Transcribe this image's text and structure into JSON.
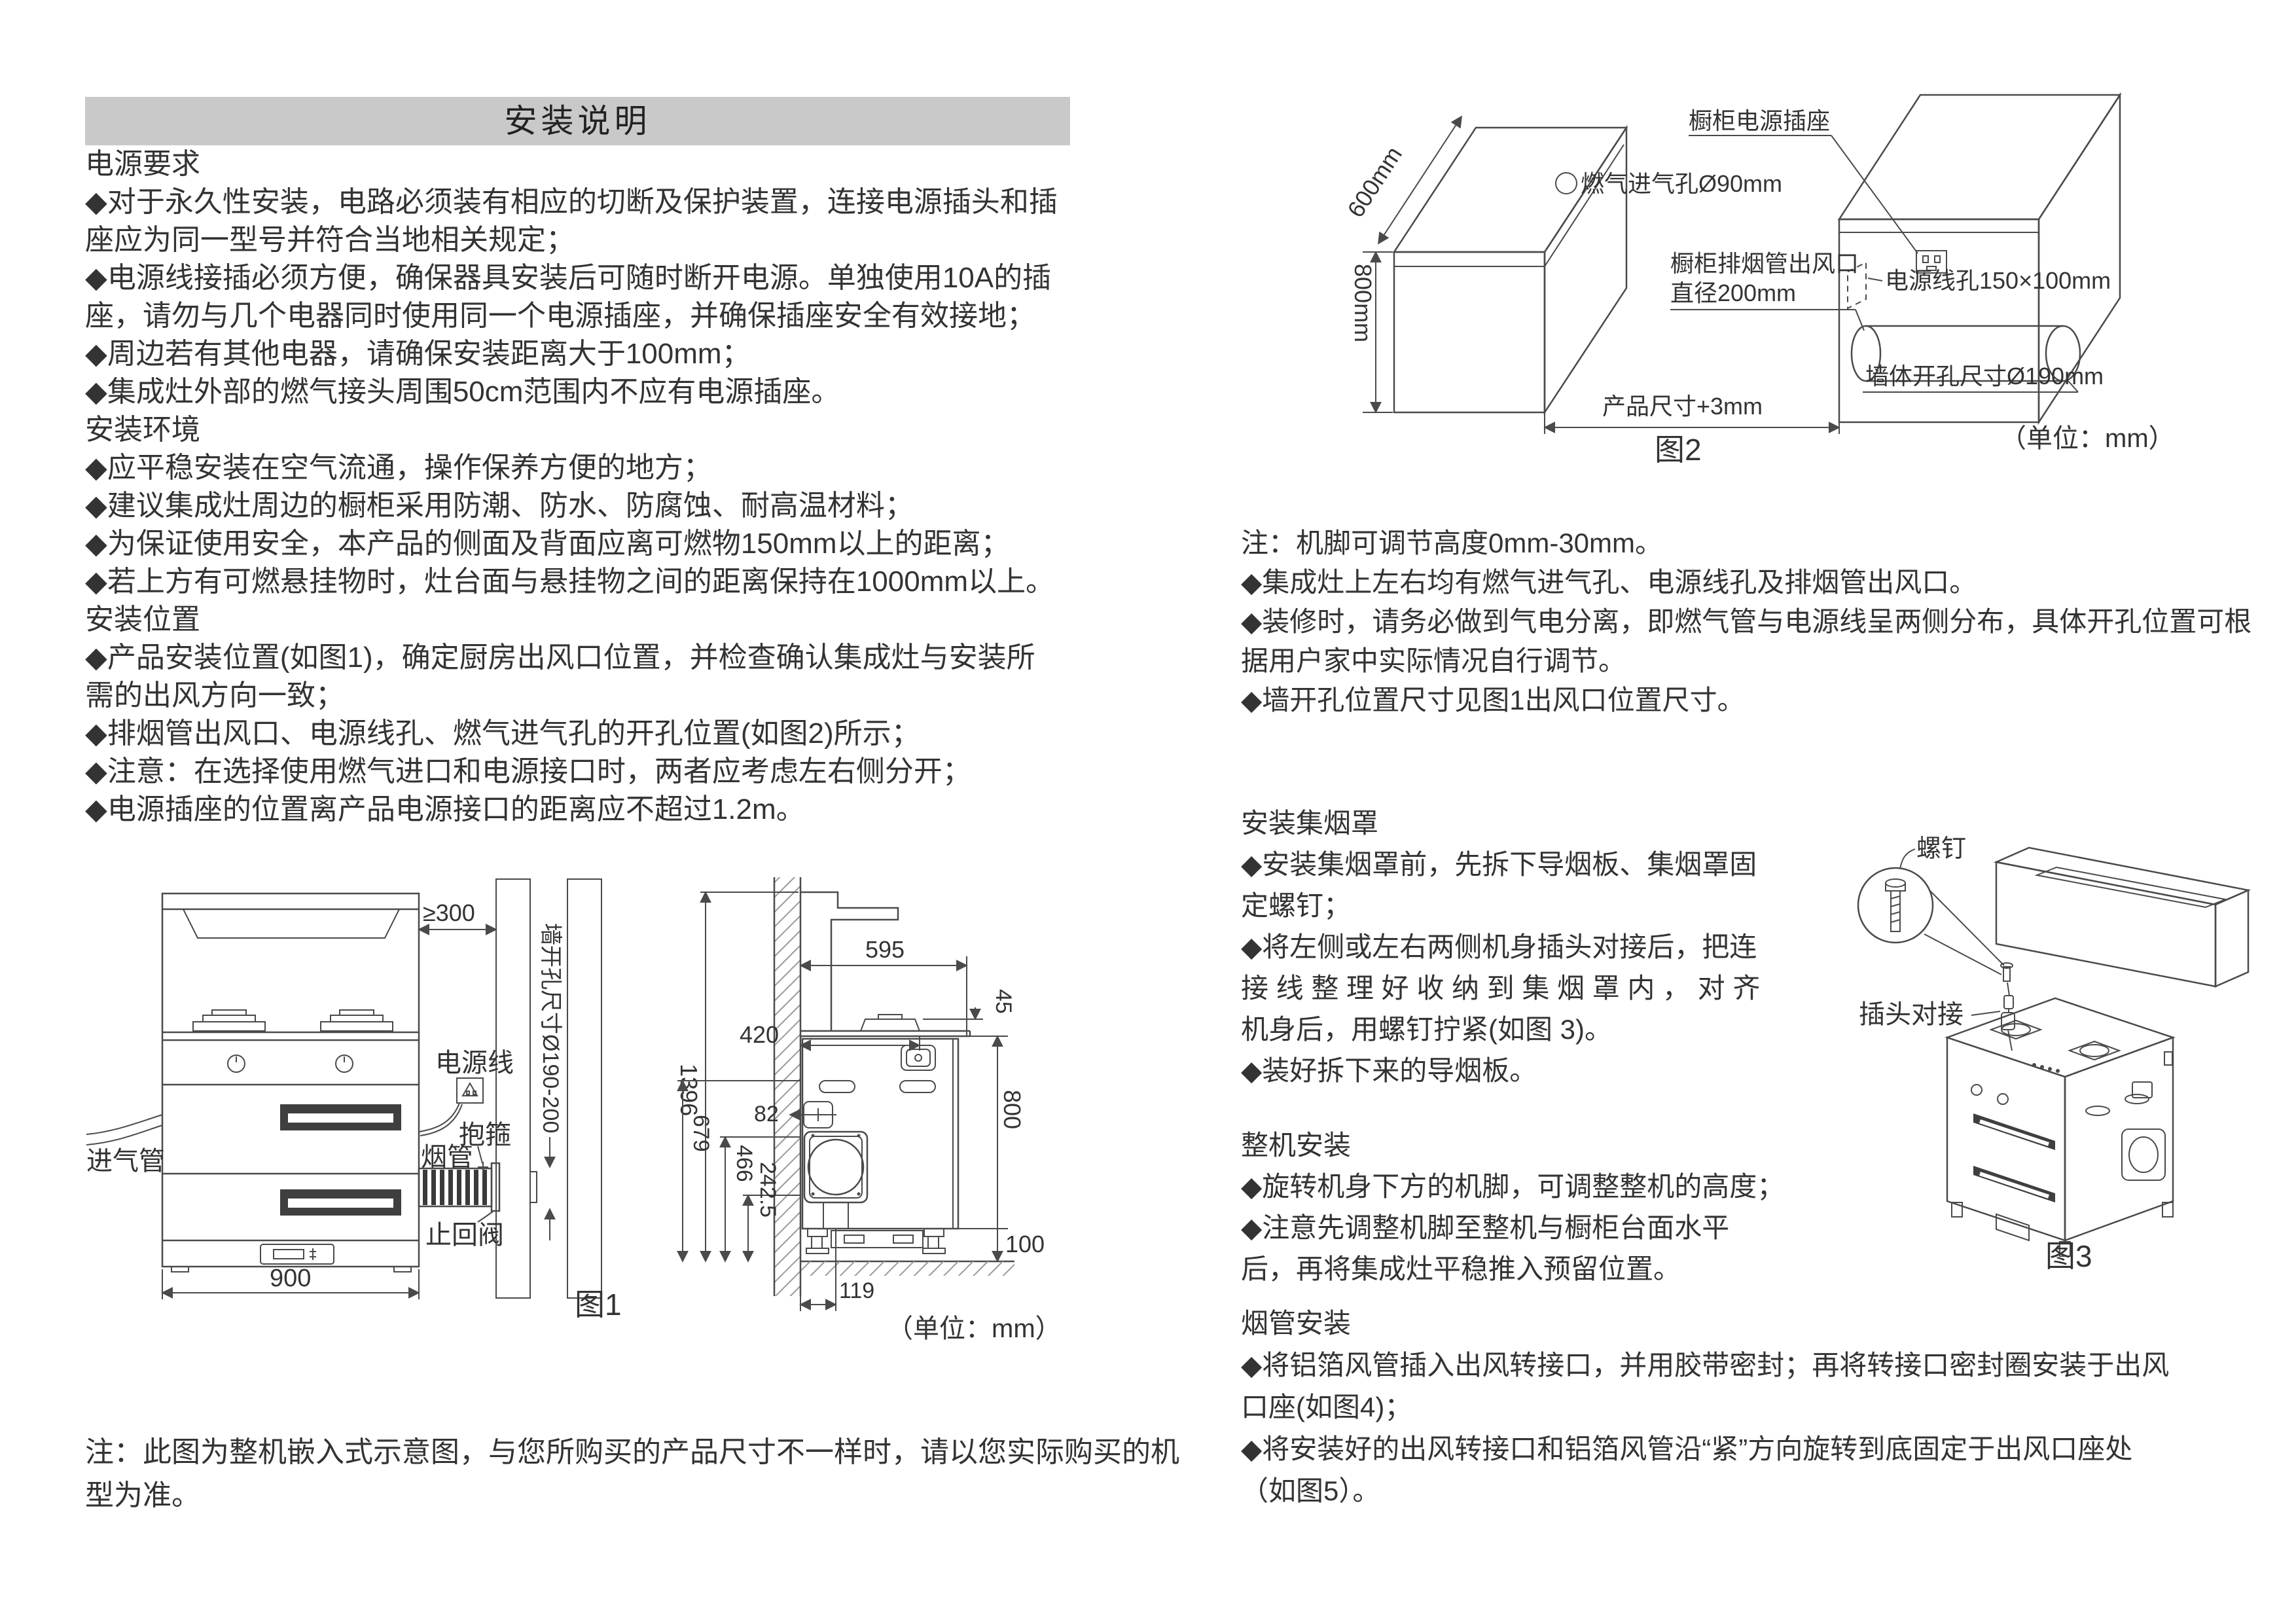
{
  "page": {
    "title": "安装说明"
  },
  "left_column": {
    "lines": [
      "电源要求",
      "◆对于永久性安装，电路必须装有相应的切断及保护装置，连接电源插头和插",
      "座应为同一型号并符合当地相关规定；",
      "◆电源线接插必须方便，确保器具安装后可随时断开电源。单独使用10A的插",
      "座，请勿与几个电器同时使用同一个电源插座，并确保插座安全有效接地；",
      "◆周边若有其他电器，请确保安装距离大于100mm；",
      "◆集成灶外部的燃气接头周围50cm范围内不应有电源插座。",
      "安装环境",
      "◆应平稳安装在空气流通，操作保养方便的地方；",
      "◆建议集成灶周边的橱柜采用防潮、防水、防腐蚀、耐高温材料；",
      "◆为保证使用安全，本产品的侧面及背面应离可燃物150mm以上的距离；",
      "◆若上方有可燃悬挂物时，灶台面与悬挂物之间的距离保持在1000mm以上。",
      "安装位置",
      "◆产品安装位置(如图1)，确定厨房出风口位置，并检查确认集成灶与安装所",
      "需的出风方向一致；",
      "◆排烟管出风口、电源线孔、燃气进气孔的开孔位置(如图2)所示；",
      "◆注意：在选择使用燃气进口和电源接口时，两者应考虑左右侧分开；",
      "◆电源插座的位置离产品电源接口的距离应不超过1.2m。"
    ],
    "note_lines": [
      "注：此图为整机嵌入式示意图，与您所购买的产品尺寸不一样时，请以您实际购买的机",
      "型为准。"
    ]
  },
  "right_column": {
    "block1_lines": [
      "注：机脚可调节高度0mm-30mm。",
      "◆集成灶上左右均有燃气进气孔、电源线孔及排烟管出风口。",
      "◆装修时，请务必做到气电分离，即燃气管与电源线呈两侧分布，具体开孔位置可根",
      "据用户家中实际情况自行调节。",
      "◆墙开孔位置尺寸见图1出风口位置尺寸。"
    ],
    "block2_lines": [
      "安装集烟罩",
      "◆安装集烟罩前，先拆下导烟板、集烟罩固",
      "定螺钉；",
      "◆将左侧或左右两侧机身插头对接后，把连",
      "接 线 整 理 好 收 纳 到 集 烟 罩 内 ， 对 齐",
      "机身后，用螺钉拧紧(如图 3)。",
      "◆装好拆下来的导烟板。"
    ],
    "block3_lines": [
      "整机安装",
      "◆旋转机身下方的机脚，可调整整机的高度；",
      "◆注意先调整机脚至整机与橱柜台面水平",
      "后，再将集成灶平稳推入预留位置。"
    ],
    "block4_lines": [
      "烟管安装",
      "◆将铝箔风管插入出风转接口，并用胶带密封；再将转接口密封圈安装于出风",
      "口座(如图4)；",
      "◆将安装好的出风转接口和铝箔风管沿“紧”方向旋转到底固定于出风口座处",
      "（如图5）。"
    ]
  },
  "fig1": {
    "caption": "图1",
    "unit": "（单位：mm）",
    "labels": {
      "gas_inlet": "进气管",
      "power_cord": "电源线",
      "clamp": "抱箍",
      "duct": "烟管",
      "check_valve": "止回阀",
      "wall_hole": "墙开孔尺寸Ø190-200"
    },
    "dims": {
      "gap": "≥300",
      "width": "900",
      "d595": "595",
      "d45": "45",
      "d420": "420",
      "d1396": "1396",
      "d679": "679",
      "d466": "466",
      "d2425": "242.5",
      "d82": "82",
      "d800": "800",
      "d100": "100",
      "d119": "119"
    }
  },
  "fig2": {
    "caption": "图2",
    "unit": "（单位：mm）",
    "labels": {
      "dim600": "600mm",
      "dim800": "800mm",
      "socket_label": "橱柜电源插座",
      "gas_hole": "燃气进气孔Ø90mm",
      "duct_line1": "橱柜排烟管出风口",
      "duct_line2": "直径200mm",
      "cord_hole": "电源线孔150×100mm",
      "product_dim": "产品尺寸+3mm",
      "wall_hole": "墙体开孔尺寸Ø190mm"
    }
  },
  "fig3": {
    "caption": "图3",
    "labels": {
      "screw": "螺钉",
      "plug": "插头对接"
    }
  }
}
